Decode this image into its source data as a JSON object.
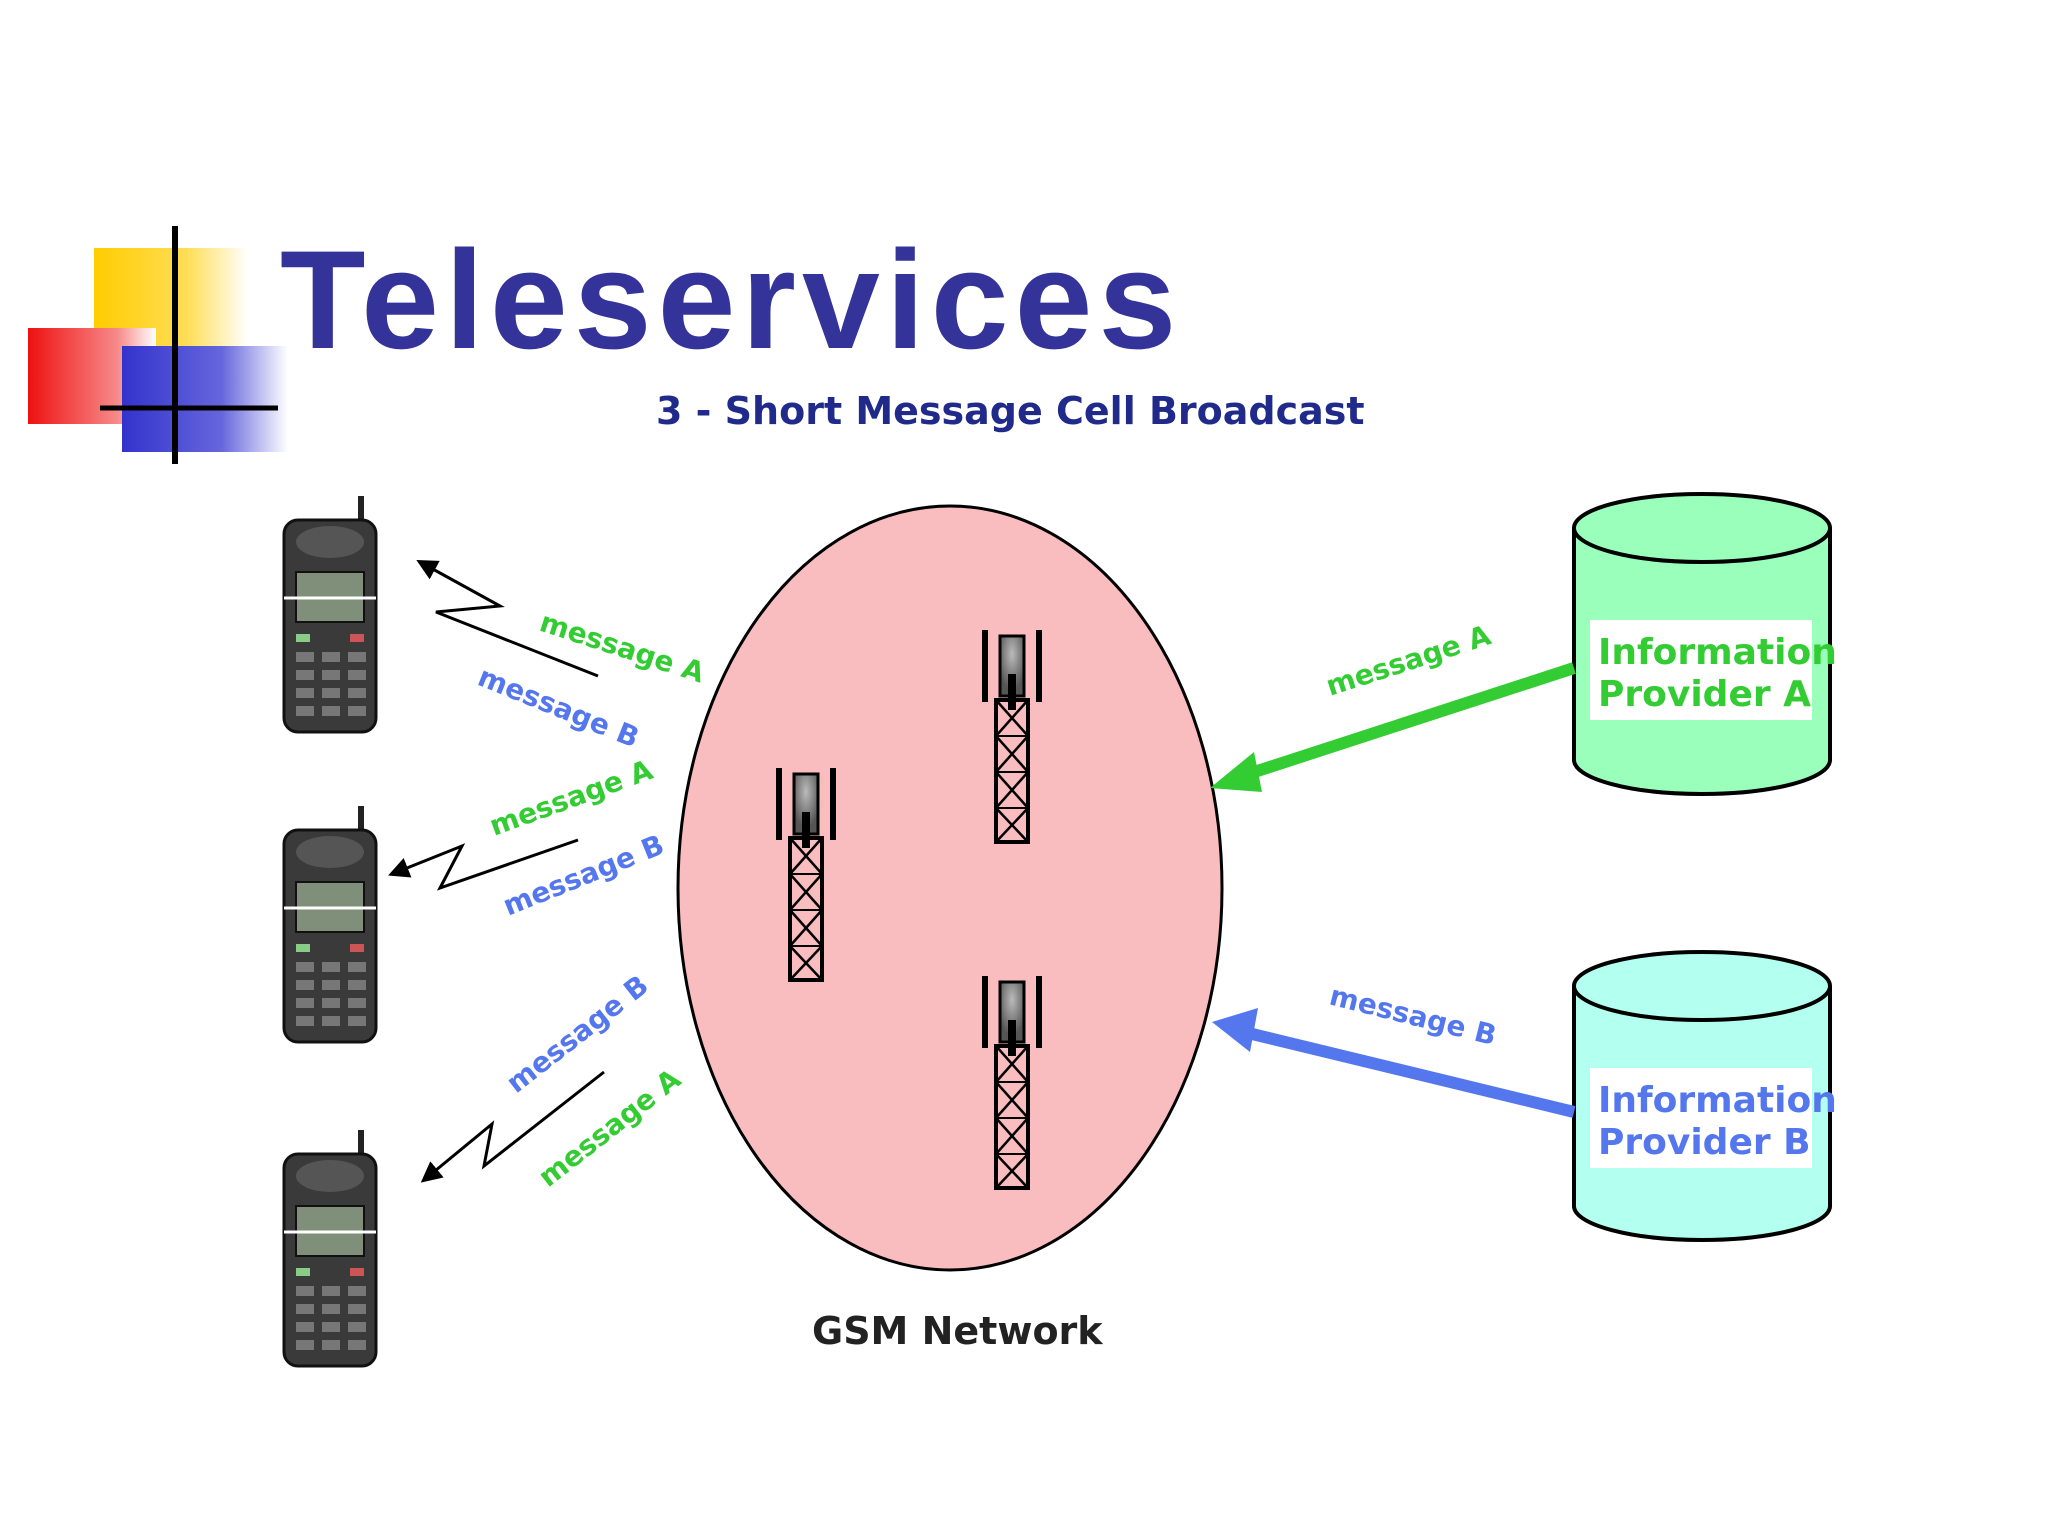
{
  "title": "Teleservices",
  "subtitle": "3 - Short Message Cell Broadcast",
  "network_label": "GSM Network",
  "message_a": "message A",
  "message_b": "message B",
  "provider_a": {
    "line1": "Information",
    "line2": "Provider A"
  },
  "provider_b": {
    "line1": "Information",
    "line2": "Provider B"
  },
  "colors": {
    "title": "#333399",
    "subtitle": "#1f2a8a",
    "message_a": "#33cc33",
    "message_b": "#5577ee",
    "network_fill": "#f9bcbf",
    "provider_a_fill": "#99ffbb",
    "provider_b_fill": "#b3fff0",
    "deco_yellow": "#ffcc00",
    "deco_red": "#ee1111",
    "deco_blue": "#3333cc"
  }
}
